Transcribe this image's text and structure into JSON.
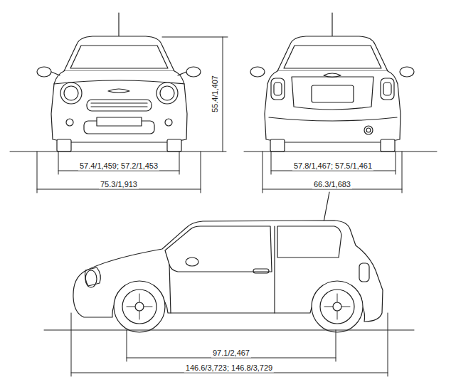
{
  "diagram": {
    "labels": [
      "57.4/1,459; 57.2/1,453",
      "75.3/1,913",
      "55.4/1,407",
      "57.8/1,467; 57.5/1,461",
      "66.3/1,683",
      "97.1/2,467",
      "146.6/3,723; 146.8/3,729"
    ]
  }
}
